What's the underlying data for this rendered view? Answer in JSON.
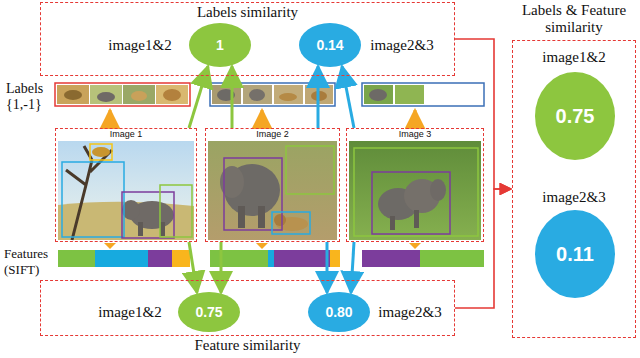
{
  "diagram": {
    "nodes": [
      {
        "text": [
          "Labels similarity"
        ]
      },
      {
        "text": [
          "1"
        ],
        "in": 0
      },
      {
        "text": [
          "0.14"
        ],
        "in": 0
      },
      {
        "text": [
          "Image 1"
        ]
      },
      {
        "text": [
          "Image 2"
        ]
      },
      {
        "text": [
          "Image 3"
        ]
      },
      {
        "text": [
          "Feature similarity"
        ]
      },
      {
        "text": [
          "0.75"
        ],
        "in": 6
      },
      {
        "text": [
          "0.80"
        ],
        "in": 6
      },
      {
        "text": [
          "Labels & Feature similarity"
        ]
      },
      {
        "text": [
          "0.75"
        ],
        "in": 9
      },
      {
        "text": [
          "0.11"
        ],
        "in": 9
      }
    ],
    "edges": [
      {
        "from": 3,
        "to": 1,
        "arrow": "to"
      },
      {
        "from": 4,
        "to": 1,
        "arrow": "to"
      },
      {
        "from": 4,
        "to": 2,
        "arrow": "to"
      },
      {
        "from": 5,
        "to": 2,
        "arrow": "to"
      },
      {
        "from": 3,
        "to": 7,
        "arrow": "to"
      },
      {
        "from": 4,
        "to": 7,
        "arrow": "to"
      },
      {
        "from": 4,
        "to": 8,
        "arrow": "to"
      },
      {
        "from": 5,
        "to": 8,
        "arrow": "to"
      },
      {
        "from": 0,
        "to": 9,
        "arrow": "to"
      },
      {
        "from": 6,
        "to": 9,
        "arrow": "to"
      }
    ],
    "labels": [
      "image1&2",
      "image2&3",
      "Labels",
      "{1,-1}",
      "Features",
      "(SIFT)",
      "image1&2",
      "image2&3",
      "image1&2",
      "image2&3"
    ]
  }
}
